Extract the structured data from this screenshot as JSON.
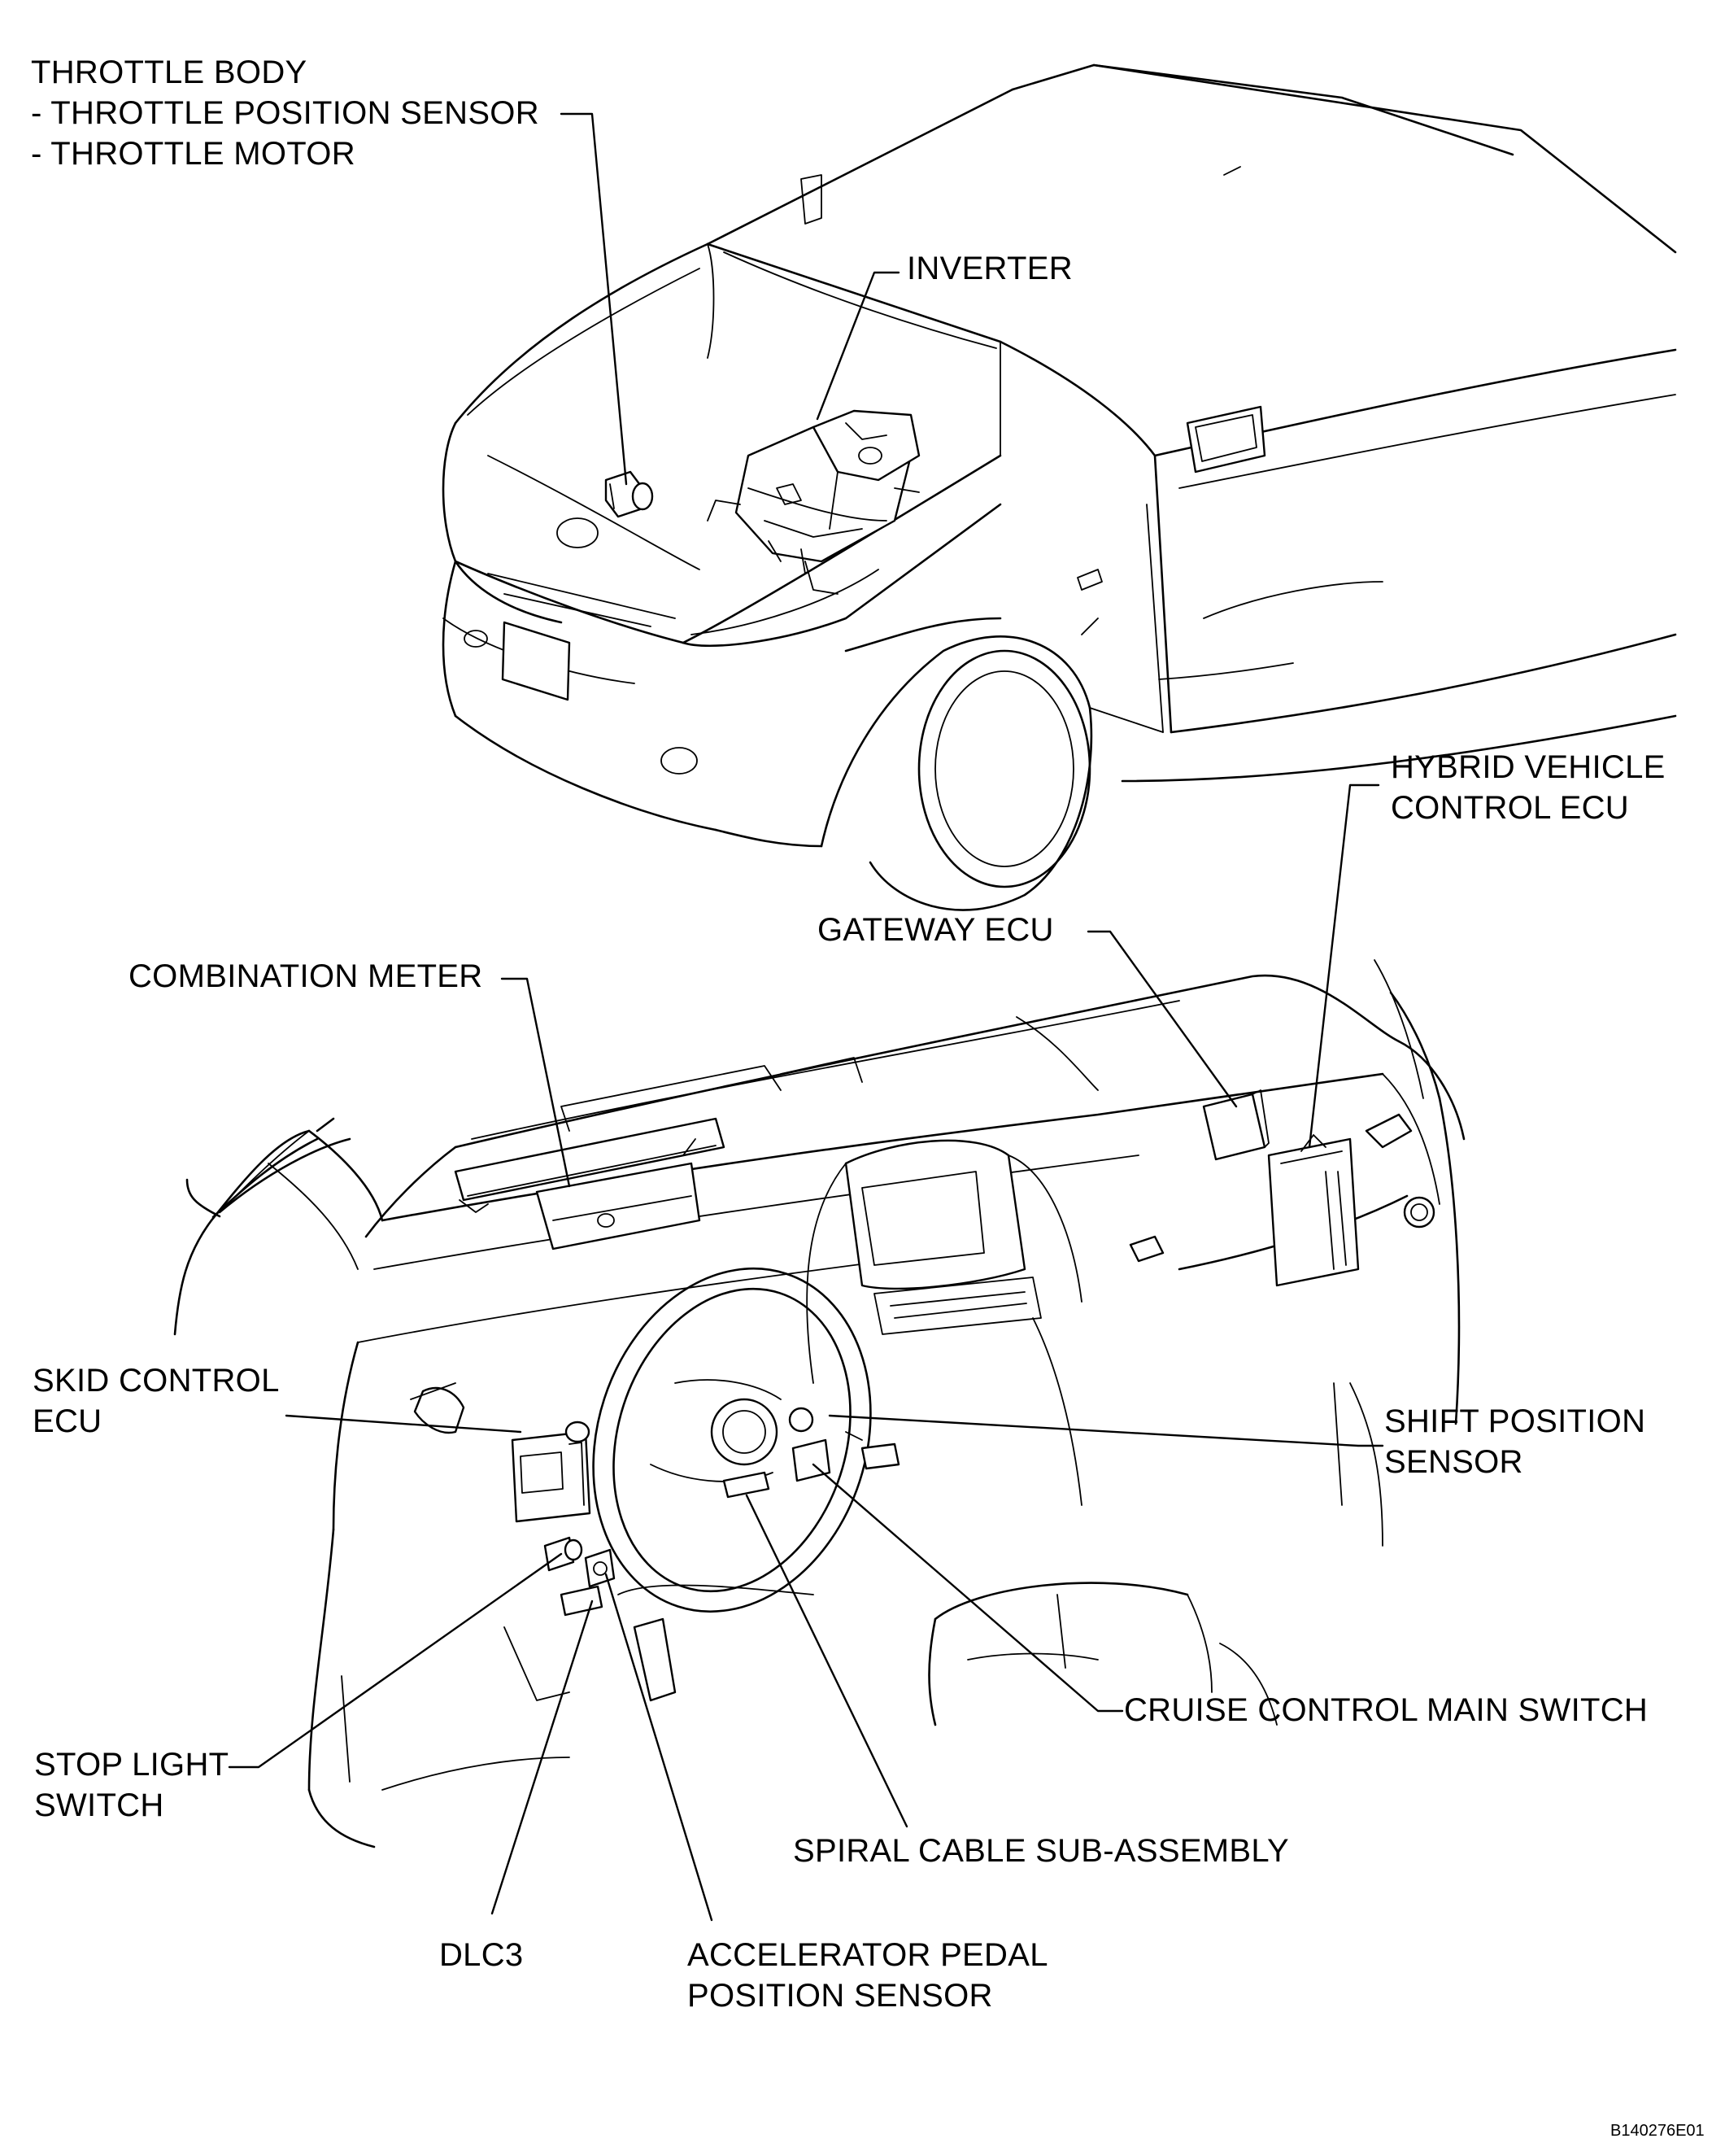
{
  "labels": {
    "throttle_body": [
      "THROTTLE BODY",
      "- THROTTLE POSITION SENSOR",
      "- THROTTLE MOTOR"
    ],
    "inverter": [
      "INVERTER"
    ],
    "hybrid_vehicle_control_ecu": [
      "HYBRID VEHICLE",
      "CONTROL ECU"
    ],
    "gateway_ecu": [
      "GATEWAY ECU"
    ],
    "combination_meter": [
      "COMBINATION METER"
    ],
    "skid_control_ecu": [
      "SKID CONTROL",
      "ECU"
    ],
    "shift_position_sensor": [
      "SHIFT POSITION",
      "SENSOR"
    ],
    "cruise_control_main_switch": [
      "CRUISE CONTROL MAIN SWITCH"
    ],
    "stop_light_switch": [
      "STOP LIGHT",
      "SWITCH"
    ],
    "spiral_cable_sub_assembly": [
      "SPIRAL CABLE SUB-ASSEMBLY"
    ],
    "dlc3": [
      "DLC3"
    ],
    "accelerator_pedal_position_sensor": [
      "ACCELERATOR PEDAL",
      "POSITION SENSOR"
    ]
  },
  "figure_code": "B140276E01"
}
